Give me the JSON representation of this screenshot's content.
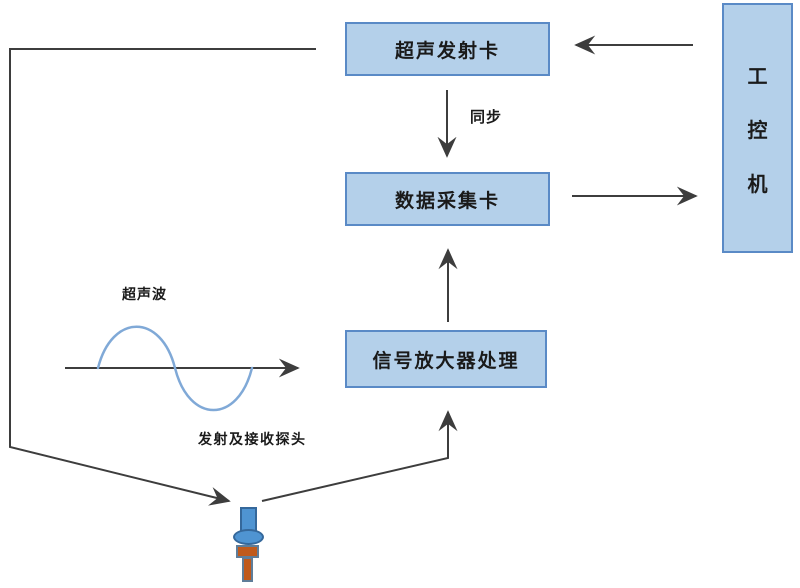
{
  "diagram": {
    "boxes": {
      "transmitter": {
        "label": "超声发射卡"
      },
      "daq": {
        "label": "数据采集卡"
      },
      "amplifier": {
        "label": "信号放大器处理"
      },
      "ipc": {
        "label": "工控机",
        "chars": [
          "工",
          "控",
          "机"
        ]
      }
    },
    "labels": {
      "sync": "同步",
      "wave": "超声波",
      "probe": "发射及接收探头"
    },
    "icons": {
      "probe": "transducer-probe-icon",
      "wave": "sine-wave-icon",
      "arrowhead": "arrowhead-icon"
    },
    "connections": [
      {
        "from": "工控机",
        "to": "超声发射卡",
        "label": ""
      },
      {
        "from": "超声发射卡",
        "to": "数据采集卡",
        "label": "同步"
      },
      {
        "from": "数据采集卡",
        "to": "工控机",
        "label": ""
      },
      {
        "from": "信号放大器处理",
        "to": "数据采集卡",
        "label": ""
      },
      {
        "from": "发射及接收探头",
        "to": "信号放大器处理",
        "label": ""
      },
      {
        "from": "超声发射卡",
        "to": "发射及接收探头",
        "label": ""
      }
    ],
    "colors": {
      "box_fill": "#b4d0ea",
      "box_border": "#5a8ac6",
      "line": "#3d3d3d",
      "wave_stroke": "#80a9d7",
      "probe_blue": "#4f94d2",
      "probe_blue_border": "#35689b",
      "probe_orange": "#c05a1c",
      "probe_orange_border": "#5f7d99",
      "text": "#1a1a1a"
    }
  }
}
